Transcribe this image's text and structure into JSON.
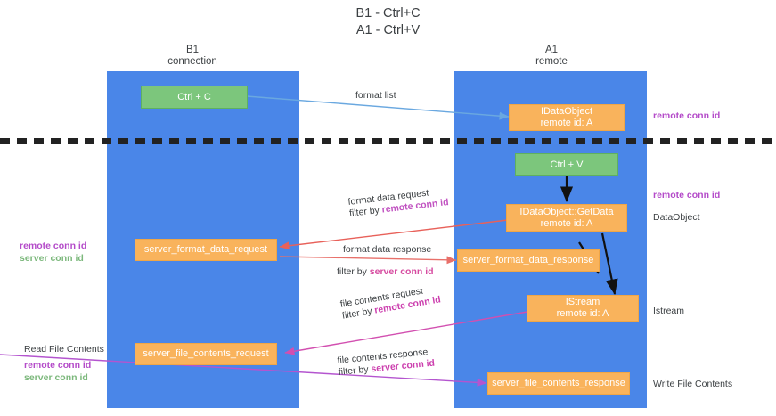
{
  "title": {
    "line1": "B1 - Ctrl+C",
    "line2": "A1 - Ctrl+V"
  },
  "columns": [
    {
      "id": "b1",
      "name": "B1",
      "role": "connection"
    },
    {
      "id": "a1",
      "name": "A1",
      "role": "remote"
    }
  ],
  "nodes": {
    "ctrl_c": {
      "label": "Ctrl + C",
      "color": "#7cc67c"
    },
    "ctrl_v": {
      "label": "Ctrl + V",
      "color": "#7cc67c"
    },
    "idataobject": {
      "label": "IDataObject",
      "sub": "remote id: A",
      "color": "#f9b35c"
    },
    "getdata": {
      "label": "IDataObject::GetData",
      "sub": "remote id: A",
      "color": "#f9b35c"
    },
    "istream": {
      "label": "IStream",
      "sub": "remote id: A",
      "color": "#f9b35c"
    },
    "sfdreq": {
      "label": "server_format_data_request",
      "color": "#f9b35c"
    },
    "sfdresp": {
      "label": "server_format_data_response",
      "color": "#f9b35c"
    },
    "sfcreq": {
      "label": "server_file_contents_request",
      "color": "#f9b35c"
    },
    "sfcresp": {
      "label": "server_file_contents_response",
      "color": "#f9b35c"
    }
  },
  "edges": {
    "format_list": {
      "label": "format list",
      "color": "#6aa8e0"
    },
    "fmt_data_req": {
      "label": "format data request",
      "filter_prefix": "filter by ",
      "filter_key": "remote conn id",
      "color": "#e8615a"
    },
    "fmt_data_resp": {
      "label": "format data response",
      "filter_prefix": "filter by ",
      "filter_key": "server conn id",
      "color": "#e8706a"
    },
    "file_contents_req": {
      "label": "file contents request",
      "filter_prefix": "filter by ",
      "filter_key": "remote conn id",
      "color": "#d24fb0"
    },
    "file_contents_resp": {
      "label": "file contents response",
      "filter_prefix": "filter by ",
      "filter_key": "server conn id",
      "color": "#b455cf"
    }
  },
  "annotations": {
    "right_remote_conn_top": "remote conn id",
    "right_remote_conn_mid": "remote conn id",
    "right_dataobject": "DataObject",
    "right_istream": "Istream",
    "right_write_file": "Write File Contents",
    "left_read_file": "Read File Contents",
    "left_remote_conn_mid": "remote conn id",
    "left_server_conn_mid": "server conn id",
    "left_remote_conn_bot": "remote conn id",
    "left_server_conn_bot": "server conn id"
  },
  "colors": {
    "lane": "#4a86e8",
    "green_node": "#7cc67c",
    "orange_node": "#f9b35c",
    "purple_key": "#b44bc9",
    "green_key": "#7cb87c",
    "separator": "#222222",
    "background": "#ffffff"
  }
}
